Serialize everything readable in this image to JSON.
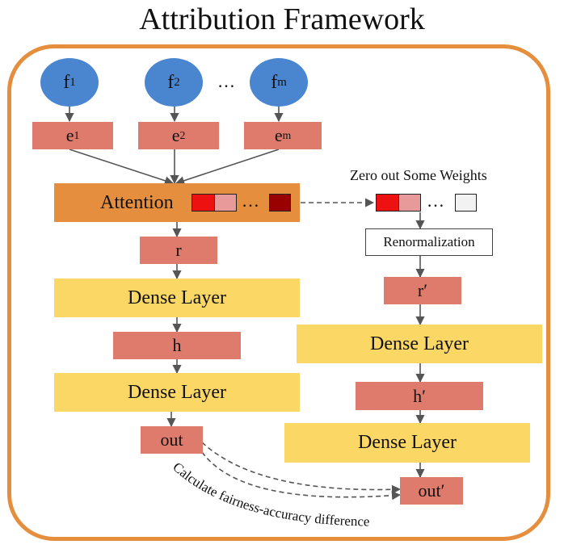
{
  "title": "Attribution Framework",
  "features": [
    {
      "base": "f",
      "sub": "1"
    },
    {
      "base": "f",
      "sub": "2"
    },
    {
      "base": "f",
      "sub": "m"
    }
  ],
  "embeddings": [
    {
      "base": "e",
      "sub": "1"
    },
    {
      "base": "e",
      "sub": "2"
    },
    {
      "base": "e",
      "sub": "m"
    }
  ],
  "ellipsis": "…",
  "colors": {
    "frame": "#e58e3e",
    "feature_node": "#4a86cf",
    "vector_block": "#de7b6d",
    "dense_block": "#fbd866",
    "attention_block": "#e58e3e",
    "weight_red": "#ee1111",
    "weight_pink": "#e89a9a",
    "weight_dark": "#990000",
    "weight_zeroed": "#f2f2f2"
  },
  "left": {
    "attention_label": "Attention",
    "r_label": "r",
    "dense1_label": "Dense Layer",
    "h_label": "h",
    "dense2_label": "Dense Layer",
    "out_label": "out"
  },
  "right": {
    "zero_out_label": "Zero out Some Weights",
    "renorm_label": "Renormalization",
    "r_label": "r′",
    "dense1_label": "Dense Layer",
    "h_label": "h′",
    "dense2_label": "Dense Layer",
    "out_label": "out′"
  },
  "difference_label": "Calculate fairness-accuracy difference"
}
